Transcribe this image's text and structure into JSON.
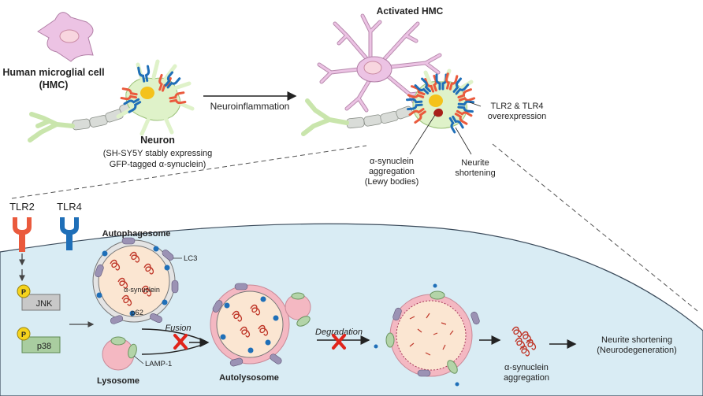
{
  "colors": {
    "cytoplasm": "#d9ecf4",
    "microglia": "#ecc3e4",
    "neuron": "#dff2c9",
    "tlr2": "#ea5a3d",
    "tlr4": "#1f6fb8",
    "lysosome": "#f4b8c2",
    "autophagosome": "#fbe6d2",
    "alert": "#e0241b",
    "fusion_text": "#1f5fa8"
  },
  "top": {
    "hmc_label": "Human microglial cell",
    "hmc_abbr": "(HMC)",
    "neuron_label": "Neuron",
    "neuron_desc_1": "(SH-SY5Y stably expressing",
    "neuron_desc_2": "GFP-tagged α-synuclein)",
    "neuroinflammation_label": "Neuroinflammation",
    "activated_hmc_label": "Activated HMC",
    "tlr_overexpression_1": "TLR2 & TLR4",
    "tlr_overexpression_2": "overexpression",
    "aggregation_1": "α-synuclein",
    "aggregation_2": "aggregation",
    "aggregation_3": "(Lewy bodies)",
    "neurite_1": "Neurite",
    "neurite_2": "shortening"
  },
  "pathway": {
    "tlr2_label": "TLR2",
    "tlr4_label": "TLR4",
    "phospho": "P",
    "jnk_label": "JNK",
    "p38_label": "p38",
    "autophagosome_label": "Autophagosome",
    "lc3_label": "LC3",
    "synuclein_label": "α-synuclein",
    "p62_label": "p62",
    "fusion_label": "Fusion",
    "lysosome_label": "Lysosome",
    "lamp1_label": "LAMP-1",
    "autolysosome_label": "Autolysosome",
    "degradation_label": "Degradation",
    "aggregation_1": "α-synuclein",
    "aggregation_2": "aggregation",
    "outcome_1": "Neurite shortening",
    "outcome_2": "(Neurodegeneration)"
  }
}
